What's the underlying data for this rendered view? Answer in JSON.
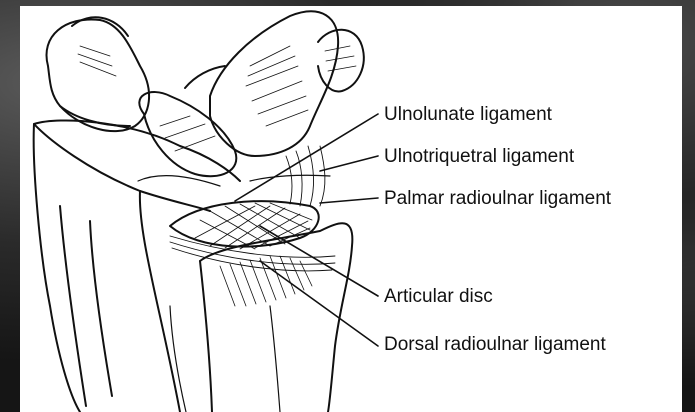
{
  "labels": {
    "ulnolunate": "Ulnolunate ligament",
    "ulnotriquetral": "Ulnotriquetral ligament",
    "palmar_radioulnar": "Palmar radioulnar ligament",
    "articular_disc": "Articular disc",
    "dorsal_radioulnar": "Dorsal radioulnar ligament"
  }
}
